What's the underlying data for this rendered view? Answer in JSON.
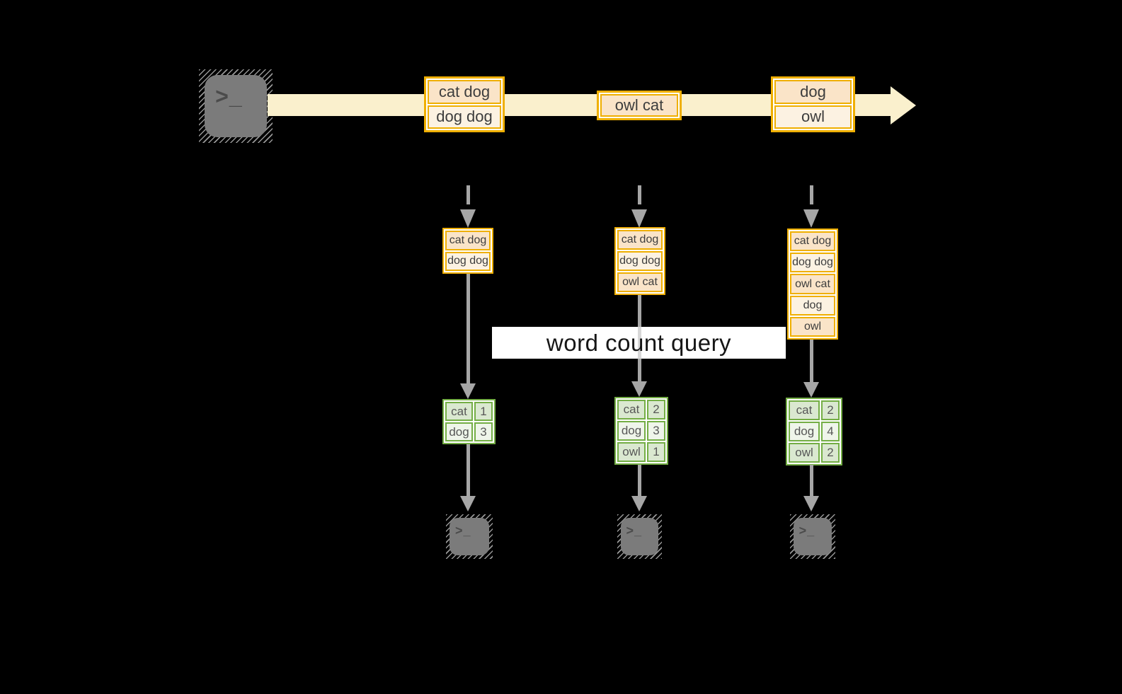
{
  "query_label": "word count query",
  "terminal": {
    "glyph": ">_"
  },
  "colors": {
    "background": "#000000",
    "orange_border": "#EFAF00",
    "peach_fill": "#FAE4C8",
    "cream_fill": "#FCF2E2",
    "stream_band": "#FAF0CD",
    "green_border": "#74AE45",
    "green_cell_dark": "#DAE8D0",
    "green_cell_light": "#EFF5EA",
    "arrow_gray": "#A6A6A6",
    "terminal_gray": "#7B7B7B",
    "query_box": "#FFFFFF"
  },
  "columns": [
    {
      "stream_box": {
        "rows": [
          "cat dog",
          "dog dog"
        ]
      },
      "state_box": {
        "rows": [
          "cat dog",
          "dog dog"
        ]
      },
      "count_table": {
        "rows": [
          {
            "word": "cat",
            "count": "1"
          },
          {
            "word": "dog",
            "count": "3"
          }
        ]
      }
    },
    {
      "stream_box": {
        "rows": [
          "owl cat"
        ]
      },
      "state_box": {
        "rows": [
          "cat dog",
          "dog dog",
          "owl cat"
        ]
      },
      "count_table": {
        "rows": [
          {
            "word": "cat",
            "count": "2"
          },
          {
            "word": "dog",
            "count": "3"
          },
          {
            "word": "owl",
            "count": "1"
          }
        ]
      }
    },
    {
      "stream_box": {
        "rows": [
          "dog",
          "owl"
        ]
      },
      "state_box": {
        "rows": [
          "cat dog",
          "dog dog",
          "owl cat",
          "dog",
          "owl"
        ]
      },
      "count_table": {
        "rows": [
          {
            "word": "cat",
            "count": "2"
          },
          {
            "word": "dog",
            "count": "4"
          },
          {
            "word": "owl",
            "count": "2"
          }
        ]
      }
    }
  ]
}
